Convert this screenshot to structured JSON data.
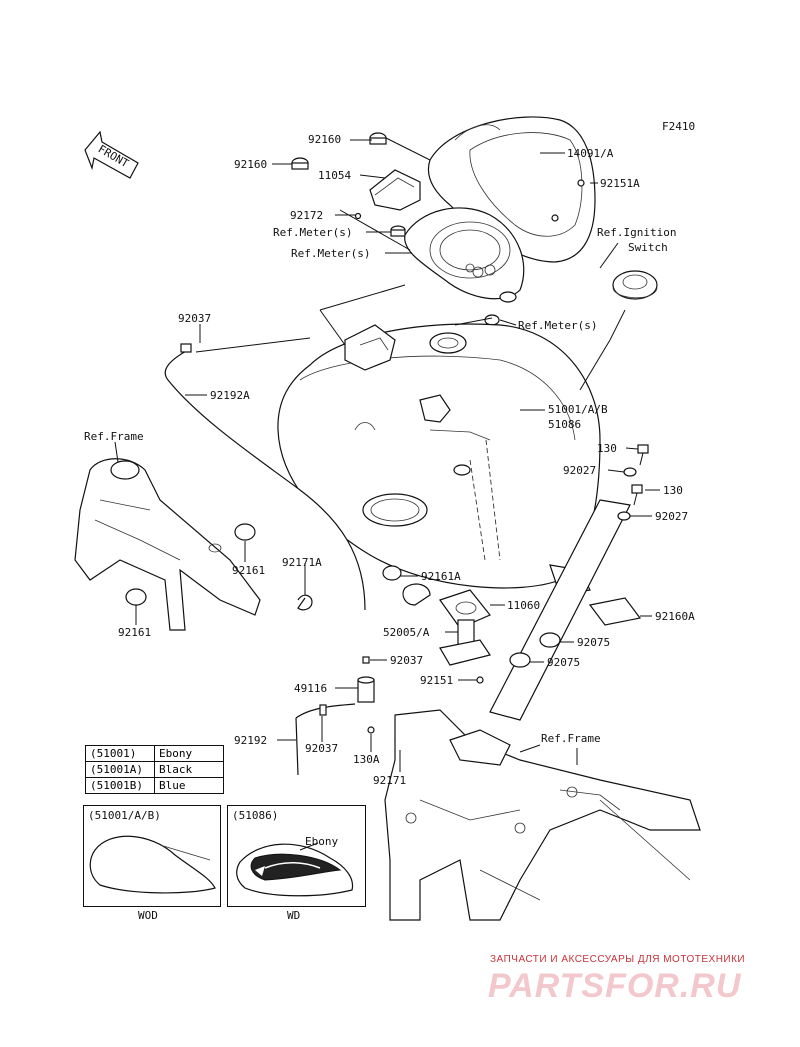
{
  "figure_code": "F2410",
  "front_label": "FRONT",
  "parts": {
    "p92160_top": "92160",
    "p14091": "14091/A",
    "p92160_left": "92160",
    "p11054": "11054",
    "p92151A": "92151A",
    "p92172": "92172",
    "ref_meter_1": "Ref.Meter(s)",
    "ref_meter_2": "Ref.Meter(s)",
    "ref_ignition_1": "Ref.Ignition",
    "ref_ignition_2": "Switch",
    "p92037_top": "92037",
    "ref_meter_3": "Ref.Meter(s)",
    "p92192A": "92192A",
    "p51001": "51001/A/B",
    "p51086": "51086",
    "ref_frame_left": "Ref.Frame",
    "p130_a": "130",
    "p92027_a": "92027",
    "p130_b": "130",
    "p92027_b": "92027",
    "p92161_a": "92161",
    "p92171A": "92171A",
    "p92161A": "92161A",
    "p11060": "11060",
    "p92161_b": "92161",
    "p92160A": "92160A",
    "p52005": "52005/A",
    "p92075_a": "92075",
    "p92037_mid": "92037",
    "p92075_b": "92075",
    "p92151": "92151",
    "p49116": "49116",
    "p92192": "92192",
    "p92037_low": "92037",
    "p130A": "130A",
    "ref_frame_right": "Ref.Frame",
    "p92171": "92171"
  },
  "color_table": [
    {
      "code": "(51001)",
      "color": "Ebony"
    },
    {
      "code": "(51001A)",
      "color": "Black"
    },
    {
      "code": "(51001B)",
      "color": "Blue"
    }
  ],
  "inset_left": {
    "title": "(51001/A/B)",
    "caption": "WOD"
  },
  "inset_right": {
    "title": "(51086)",
    "tag": "Ebony",
    "caption": "WD"
  },
  "watermark": {
    "tagline": "ЗАПЧАСТИ И АКСЕССУАРЫ ДЛЯ МОТОТЕХНИКИ",
    "logo": "PARTSFOR.RU"
  }
}
